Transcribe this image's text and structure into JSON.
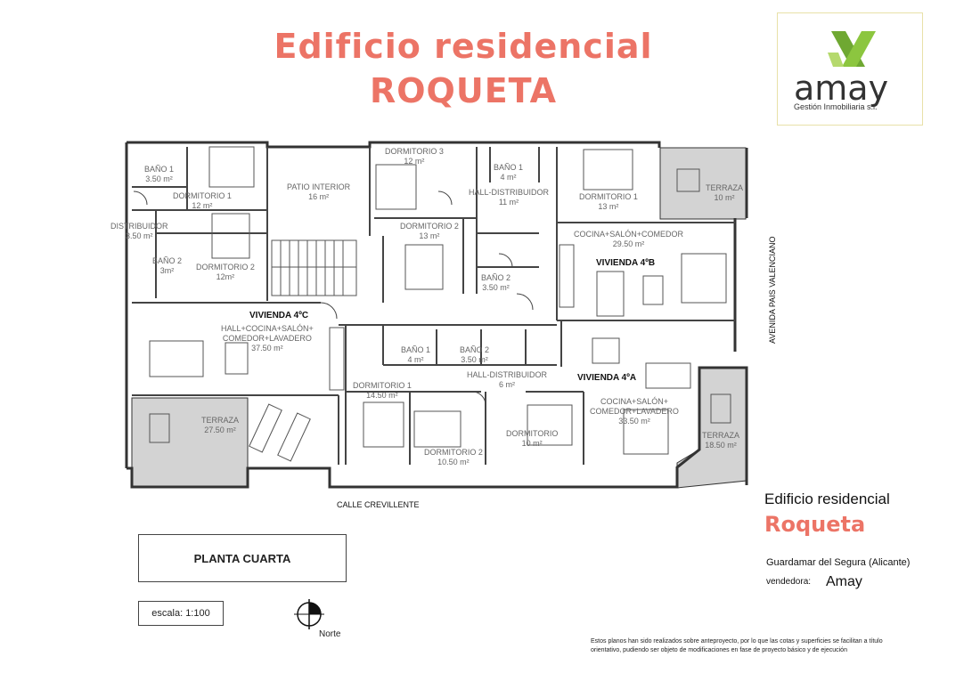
{
  "header": {
    "title_line1": "Edificio residencial",
    "title_line2": "ROQUETA"
  },
  "logo": {
    "icon": "amay-x-logo-icon",
    "word": "amay",
    "subtitle": "Gestión Inmobiliaria s.l."
  },
  "plan": {
    "rooms": [
      {
        "name": "BAÑO 1",
        "area": "3.50 m²"
      },
      {
        "name": "DORMITORIO 1",
        "area": "12 m²"
      },
      {
        "name": "PATIO INTERIOR",
        "area": "16 m²"
      },
      {
        "name": "DORMITORIO 3",
        "area": "12 m²"
      },
      {
        "name": "BAÑO 1",
        "area": "4 m²"
      },
      {
        "name": "HALL-DISTRIBUIDOR",
        "area": "11 m²"
      },
      {
        "name": "DORMITORIO 1",
        "area": "13 m²"
      },
      {
        "name": "TERRAZA",
        "area": "10 m²"
      },
      {
        "name": "DISTRIBUIDOR",
        "area": "3.50 m²"
      },
      {
        "name": "DORMITORIO 2",
        "area": "13 m²"
      },
      {
        "name": "COCINA+SALÓN+COMEDOR",
        "area": "29.50 m²"
      },
      {
        "name": "BAÑO 2",
        "area": "3m²"
      },
      {
        "name": "DORMITORIO 2",
        "area": "12m²"
      },
      {
        "name": "BAÑO 2",
        "area": "3.50 m²"
      },
      {
        "name": "HALL+COCINA+SALÓN+\nCOMEDOR+LAVADERO",
        "area": "37.50 m²"
      },
      {
        "name": "BAÑO 1",
        "area": "4 m²"
      },
      {
        "name": "BAÑO 2",
        "area": "3.50 m²"
      },
      {
        "name": "HALL-DISTRIBUIDOR",
        "area": "6 m²"
      },
      {
        "name": "DORMITORIO 1",
        "area": "14.50 m²"
      },
      {
        "name": "COCINA+SALÓN+\nCOMEDOR+LAVADERO",
        "area": "33.50 m²"
      },
      {
        "name": "TERRAZA",
        "area": "27.50 m²"
      },
      {
        "name": "DORMITORIO",
        "area": "10 m²"
      },
      {
        "name": "TERRAZA",
        "area": "18.50 m²"
      },
      {
        "name": "DORMITORIO 2",
        "area": "10.50 m²"
      }
    ],
    "units": [
      "VIVIENDA 4ºB",
      "VIVIENDA 4ºC",
      "VIVIENDA 4ºA"
    ],
    "street_bottom": "CALLE CREVILLENTE",
    "street_side": "AVENIDA PAIS VALENCIANO"
  },
  "footer": {
    "floor_label": "PLANTA CUARTA",
    "scale_label": "escala: 1:100",
    "north_icon": "north-arrow-icon",
    "north_label": "Norte",
    "building_line1": "Edificio residencial",
    "building_line2": "Roqueta",
    "location": "Guardamar del Segura (Alicante)",
    "seller_label": "vendedora:",
    "seller_name": "Amay",
    "disclaimer": "Estos planos han sido realizados sobre anteproyecto, por lo que las cotas y superficies se facilitan a título orientativo, pudiendo ser objeto de modificaciones en fase de proyecto básico y de ejecución"
  },
  "colors": {
    "accent": "#ec7466",
    "logo_green": "#8cc63f",
    "terrace_fill": "#d3d3d3",
    "wall": "#333333"
  }
}
